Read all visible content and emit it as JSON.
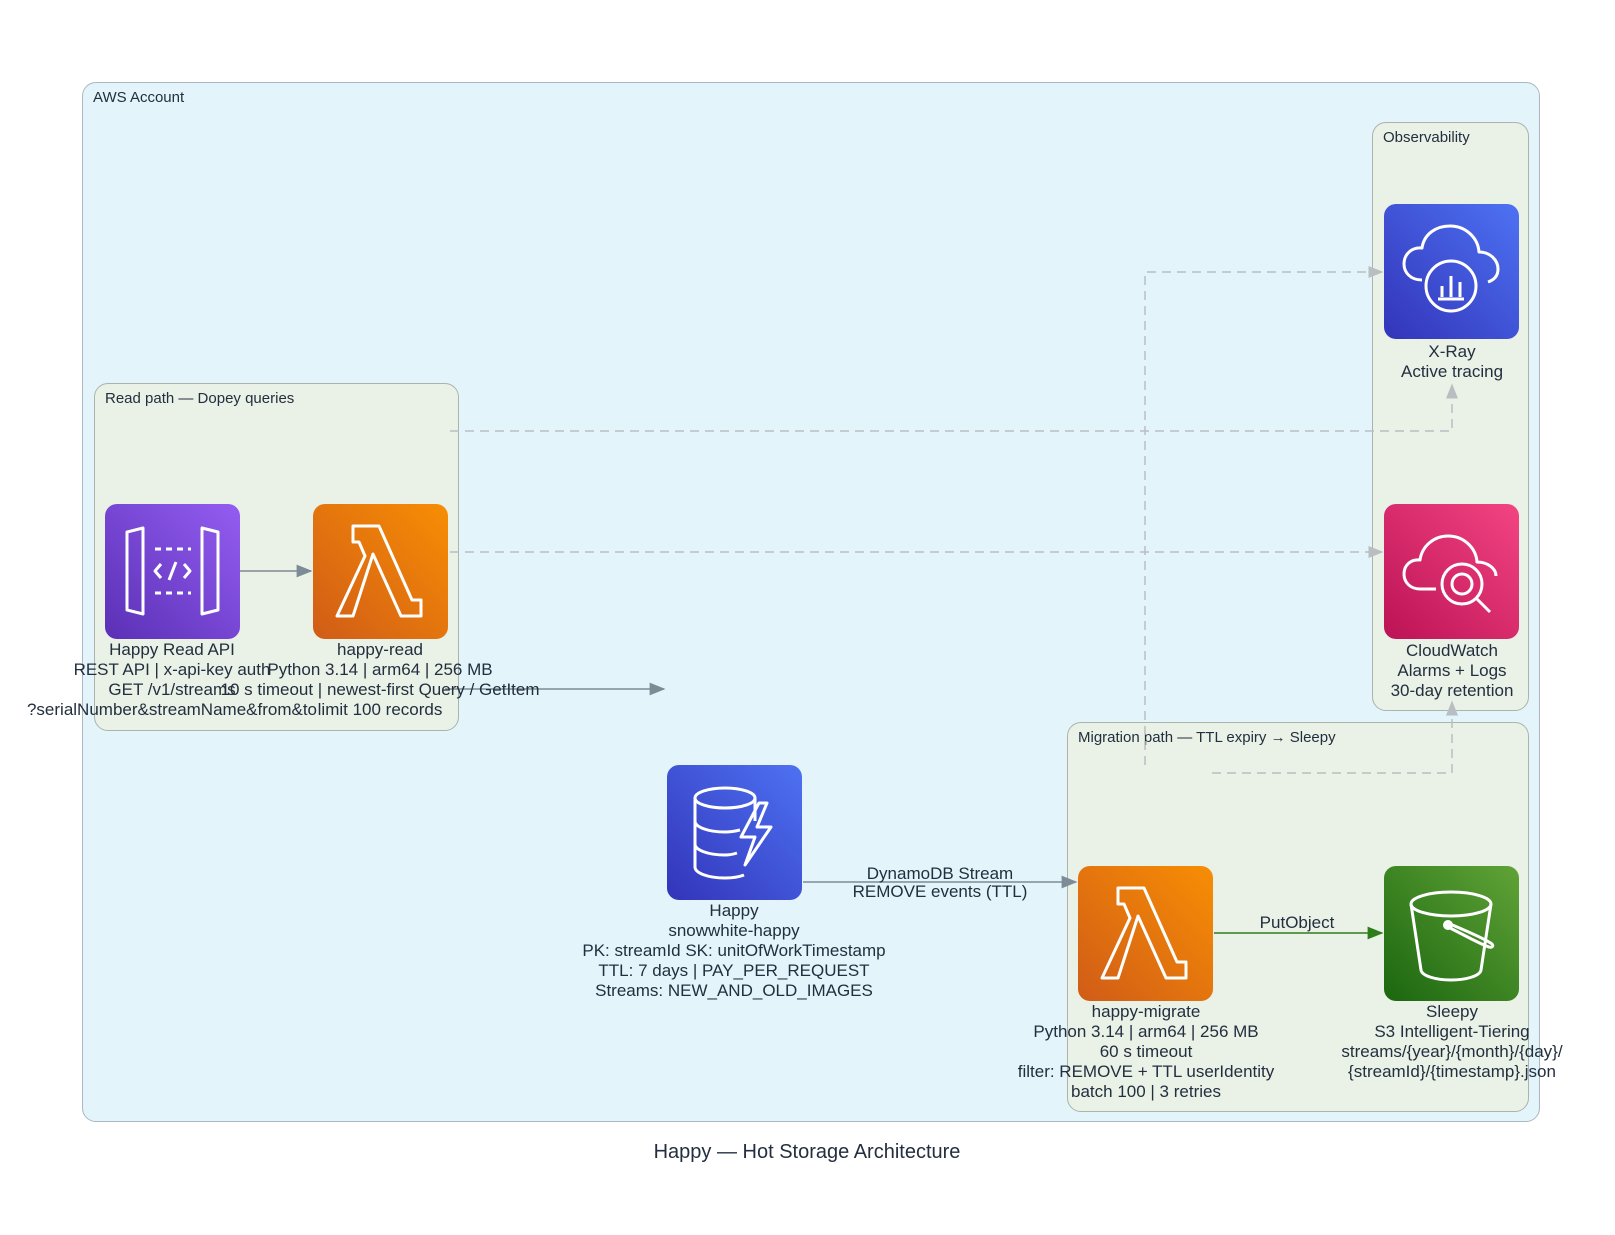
{
  "diagram": {
    "caption": "Happy — Hot Storage Architecture",
    "clusters": {
      "account": "AWS Account",
      "read_path": "Read path — Dopey queries",
      "observability": "Observability",
      "migration_path": "Migration path — TTL expiry → Sleepy"
    },
    "nodes": {
      "happy_read_api": {
        "icon": "api-gateway-icon",
        "lines": [
          "Happy Read API",
          "REST API  |  x-api-key auth",
          "GET /v1/streams",
          "?serialNumber&streamName&from&to"
        ]
      },
      "happy_read": {
        "icon": "lambda-icon",
        "lines": [
          "happy-read",
          "Python 3.14  |  arm64  |  256 MB",
          "10 s timeout  |  newest-first Query / GetItem",
          "limit 100 records"
        ]
      },
      "happy_table": {
        "icon": "dynamodb-icon",
        "lines": [
          "Happy",
          "snowwhite-happy",
          "PK: streamId  SK: unitOfWorkTimestamp",
          "TTL: 7 days  |  PAY_PER_REQUEST",
          "Streams: NEW_AND_OLD_IMAGES"
        ]
      },
      "happy_migrate": {
        "icon": "lambda-icon",
        "lines": [
          "happy-migrate",
          "Python 3.14  |  arm64  |  256 MB",
          "60 s timeout",
          "filter: REMOVE + TTL userIdentity",
          "batch 100  |  3 retries"
        ]
      },
      "sleepy": {
        "icon": "s3-bucket-icon",
        "lines": [
          "Sleepy",
          "S3 Intelligent-Tiering",
          "streams/{year}/{month}/{day}/",
          "{streamId}/{timestamp}.json"
        ]
      },
      "xray": {
        "icon": "xray-icon",
        "lines": [
          "X-Ray",
          "Active tracing"
        ]
      },
      "cloudwatch": {
        "icon": "cloudwatch-icon",
        "lines": [
          "CloudWatch",
          "Alarms + Logs",
          "30-day retention"
        ]
      }
    },
    "edges": {
      "stream": [
        "DynamoDB Stream",
        "REMOVE events (TTL)"
      ],
      "put_object": "PutObject"
    },
    "colors": {
      "account_bg": "#e3f4fb",
      "group_bg": "#eaf1e7",
      "edge_gray": "#7d8b96",
      "edge_green": "#2e7d1b",
      "edge_dashed": "#b9bec2"
    }
  }
}
